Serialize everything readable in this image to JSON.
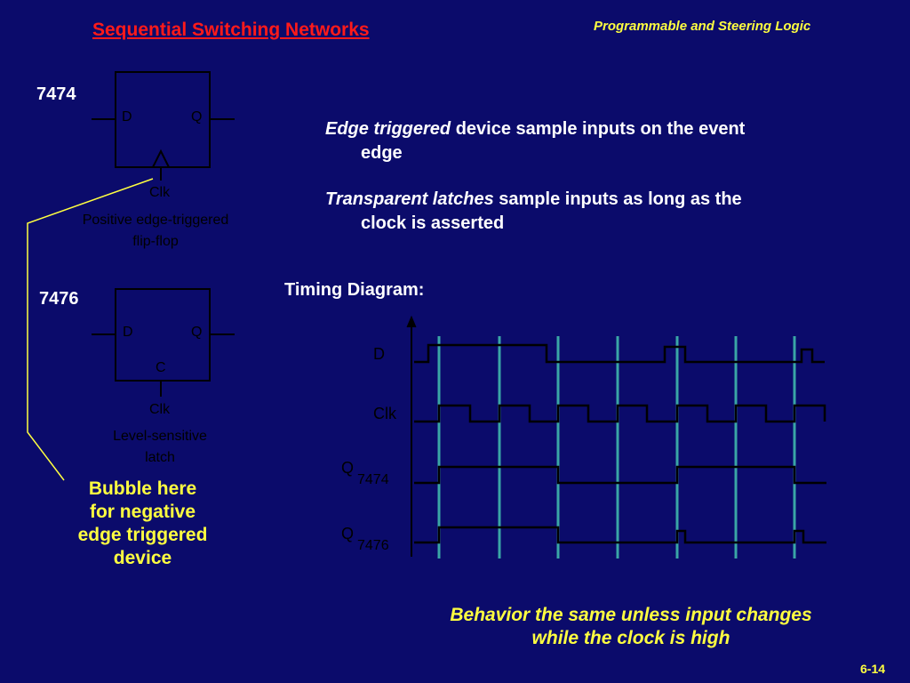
{
  "header": {
    "title": "Sequential Switching Networks",
    "subtitle": "Programmable and Steering Logic"
  },
  "ff7474": {
    "part": "7474",
    "d_label": "D",
    "q_label": "Q",
    "clk_label": "Clk",
    "caption_line1": "Positive edge-triggered",
    "caption_line2": "flip-flop"
  },
  "latch7476": {
    "part": "7476",
    "d_label": "D",
    "q_label": "Q",
    "c_label": "C",
    "clk_label": "Clk",
    "caption_line1": "Level-sensitive",
    "caption_line2": "latch"
  },
  "bubble_note": {
    "line1": "Bubble here",
    "line2": "for negative",
    "line3": "edge triggered",
    "line4": "device"
  },
  "points": {
    "edge_term": "Edge triggered",
    "edge_rest": " device sample inputs on the event",
    "edge_cont": "edge",
    "latch_term": "Transparent latches",
    "latch_rest": " sample inputs as long as the",
    "latch_cont": "clock is asserted"
  },
  "timing": {
    "heading": "Timing Diagram:",
    "signals": {
      "d": "D",
      "clk": "Clk",
      "q": "Q",
      "q7474_sub": "7474",
      "q7476_sub": "7476"
    }
  },
  "conclusion": {
    "line1": "Behavior the same unless input changes",
    "line2": "while the clock is high"
  },
  "page_number": "6-14",
  "colors": {
    "background": "#0b0b6b",
    "title": "#ff1a1a",
    "accent": "#ffff40",
    "gridline": "#3aa6a6",
    "wave": "#000000"
  }
}
